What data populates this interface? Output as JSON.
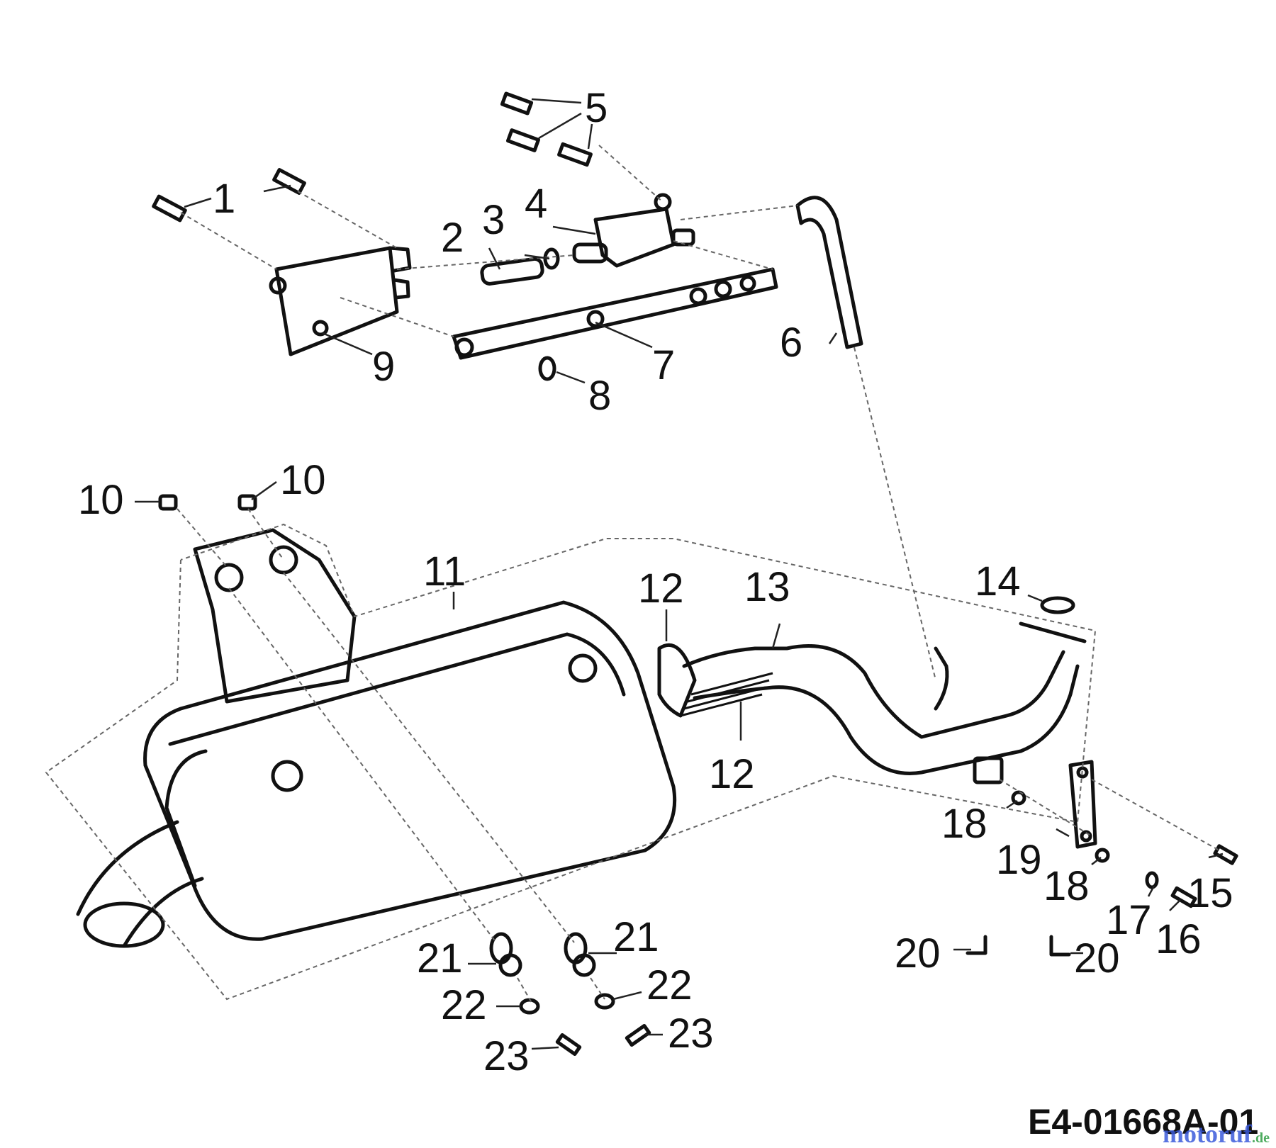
{
  "diagram": {
    "callouts": [
      {
        "id": "c1",
        "label": "1"
      },
      {
        "id": "c2",
        "label": "2"
      },
      {
        "id": "c3",
        "label": "3"
      },
      {
        "id": "c4",
        "label": "4"
      },
      {
        "id": "c5",
        "label": "5"
      },
      {
        "id": "c6",
        "label": "6"
      },
      {
        "id": "c7",
        "label": "7"
      },
      {
        "id": "c8",
        "label": "8"
      },
      {
        "id": "c9",
        "label": "9"
      },
      {
        "id": "c10a",
        "label": "10"
      },
      {
        "id": "c10b",
        "label": "10"
      },
      {
        "id": "c11",
        "label": "11"
      },
      {
        "id": "c12a",
        "label": "12"
      },
      {
        "id": "c12b",
        "label": "12"
      },
      {
        "id": "c13",
        "label": "13"
      },
      {
        "id": "c14",
        "label": "14"
      },
      {
        "id": "c15",
        "label": "15"
      },
      {
        "id": "c16",
        "label": "16"
      },
      {
        "id": "c17",
        "label": "17"
      },
      {
        "id": "c18a",
        "label": "18"
      },
      {
        "id": "c18b",
        "label": "18"
      },
      {
        "id": "c19",
        "label": "19"
      },
      {
        "id": "c20a",
        "label": "20"
      },
      {
        "id": "c20b",
        "label": "20"
      },
      {
        "id": "c21a",
        "label": "21"
      },
      {
        "id": "c21b",
        "label": "21"
      },
      {
        "id": "c22a",
        "label": "22"
      },
      {
        "id": "c22b",
        "label": "22"
      },
      {
        "id": "c23a",
        "label": "23"
      },
      {
        "id": "c23b",
        "label": "23"
      }
    ],
    "drawing_id": "E4-01668A-01",
    "watermark": {
      "text": "motoruf",
      "suffix": ".de",
      "colors": [
        "#3b5bdb",
        "#e03131",
        "#f08c00",
        "#2f9e44"
      ]
    }
  }
}
